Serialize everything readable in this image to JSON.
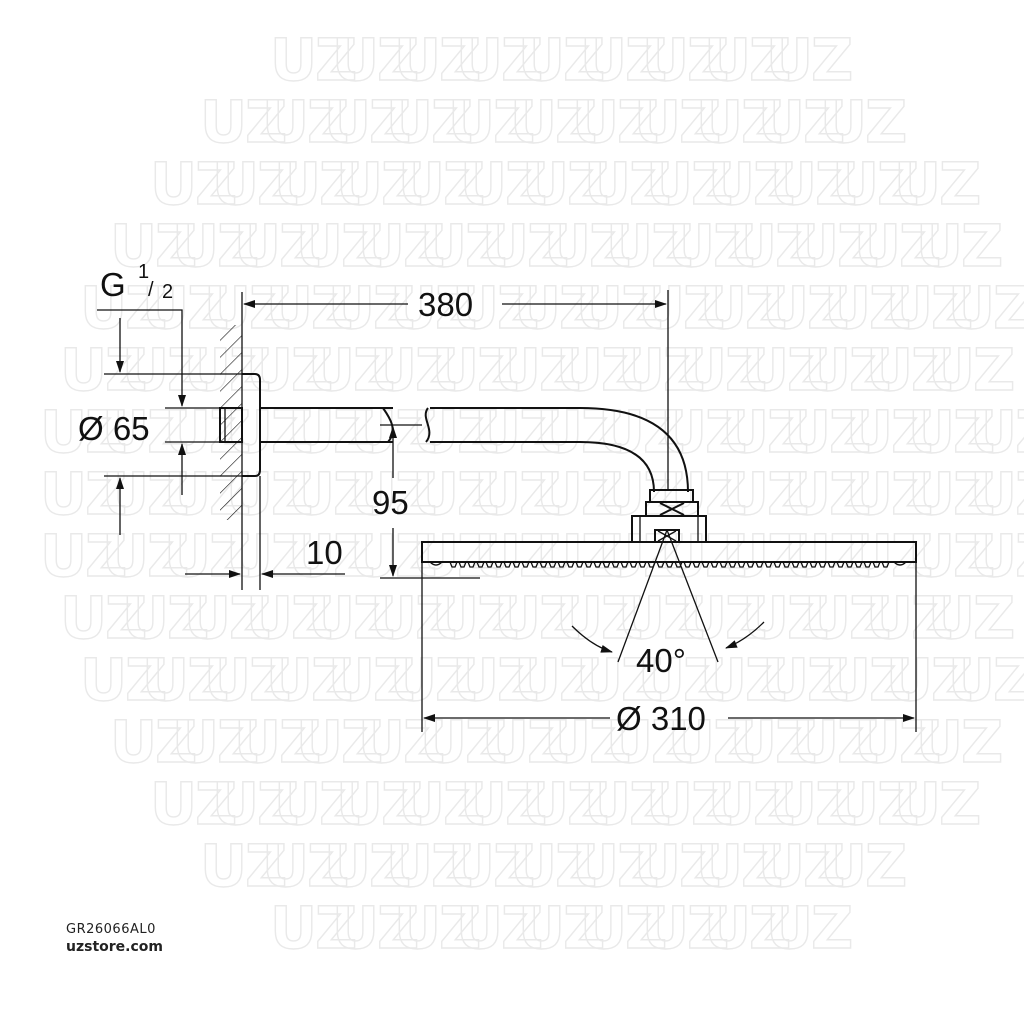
{
  "diagram": {
    "thread_label": "G",
    "thread_fraction_num": "1",
    "thread_fraction_den": "2",
    "arm_length": "380",
    "flange_diameter": "Ø 65",
    "drop_height": "95",
    "flange_depth": "10",
    "spray_angle": "40°",
    "head_diameter": "Ø 310"
  },
  "watermark": {
    "text": "UZ"
  },
  "footer": {
    "product_code": "GR26066AL0",
    "website": "uzstore.com"
  }
}
